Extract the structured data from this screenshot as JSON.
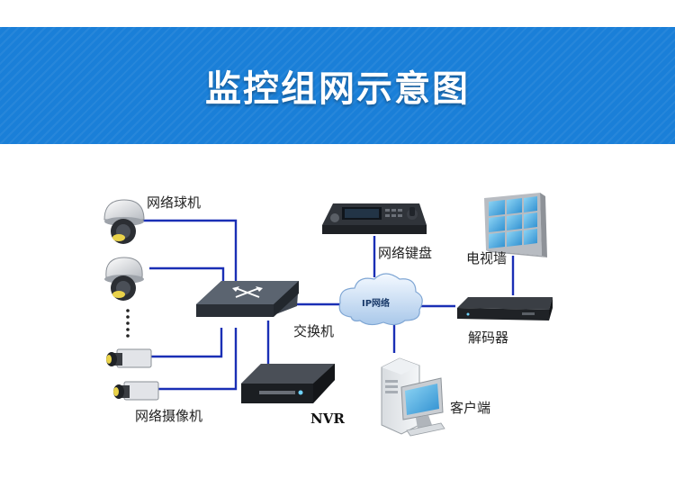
{
  "banner": {
    "title": "监控组网示意图"
  },
  "labels": {
    "dome_cameras": "网络球机",
    "box_cameras": "网络摄像机",
    "switch": "交换机",
    "nvr": "NVR",
    "keyboard": "网络键盘",
    "cloud": "IP网络",
    "video_wall": "电视墙",
    "decoder": "解码器",
    "client": "客户端"
  },
  "colors": {
    "banner": "#1a7fd8",
    "link": "#1a2fb5"
  }
}
